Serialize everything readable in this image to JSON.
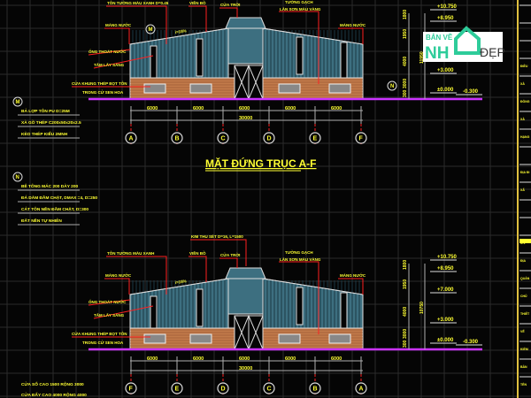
{
  "title": "MẶT ĐỨNG TRỤC A-F",
  "colors": {
    "background": "#050505",
    "grid": "#2a2a2a",
    "text": "#ffff33",
    "leader": "#ff2020",
    "ground": "#cc33ff",
    "roof": "#3d6f80",
    "brick": "#c27a4a",
    "dim": "#b0b0b0"
  },
  "elevations": [
    {
      "axes": [
        "A",
        "B",
        "C",
        "D",
        "E",
        "F"
      ],
      "spans": [
        "6000",
        "6000",
        "6000",
        "6000",
        "6000"
      ],
      "total": "30000",
      "slope": "i=15%",
      "labels": {
        "wall_sheet": "TÔN TƯỜNG MÀU XANH D=0.45",
        "trim": "VIỀN BỒ",
        "skylight": "CỬA TRỜI",
        "brick_wall_1": "TƯỜNG GẠCH",
        "brick_wall_2": "LĂN SƠN MÀU VÀNG",
        "gutter_left": "MÁNG NƯỚC",
        "gutter_right": "MÁNG NƯỚC",
        "downpipe": "ỐNG THOÁT NƯỚC",
        "light_panel": "TẤM LẤY SÁNG",
        "window_1": "CỬA KHUNG THÉP BỌT TÔN",
        "window_2": "TRONG CỬ SEN HOA",
        "lightning_rod": ""
      },
      "section_marker": "M",
      "side_marker": "N",
      "levels": [
        "+10.750",
        "+8.950",
        "+3.000",
        "±0.000",
        "-0.300"
      ],
      "vertical_dims": [
        "1800",
        "1950",
        "4000",
        "3000",
        "300"
      ],
      "total_height": "11950"
    },
    {
      "axes": [
        "F",
        "E",
        "D",
        "C",
        "B",
        "A"
      ],
      "spans": [
        "6000",
        "6000",
        "6000",
        "6000",
        "6000"
      ],
      "total": "30000",
      "slope": "i=15%",
      "labels": {
        "wall_sheet": "TÔN TƯỜNG MÀU XANH",
        "trim": "VIỀN BỒ",
        "skylight": "CỬA TRỜI",
        "brick_wall_1": "TƯỜNG GẠCH",
        "brick_wall_2": "LĂN SƠN MÀU VÀNG",
        "gutter_left": "MÁNG NƯỚC",
        "gutter_right": "MÁNG NƯỚC",
        "downpipe": "ỐNG THOÁT NƯỚC",
        "light_panel": "TẤM LẤY SÁNG",
        "window_1": "CỬA KHUNG THÉP BỌT TÔN",
        "window_2": "TRONG CỬ SEN HOA",
        "lightning_rod": "KIM THU SÉT D=16, L=1500"
      },
      "section_marker": "",
      "side_marker": "",
      "levels": [
        "+10.750",
        "+8.950",
        "+7.000",
        "+3.000",
        "±0.000",
        "-0.300"
      ],
      "vertical_dims": [
        "1800",
        "1950",
        "4000",
        "3000",
        "300"
      ],
      "total_height": "10750"
    }
  ],
  "notes": {
    "roof": {
      "marker": "M",
      "lines": [
        "BẢ LỢP TÔN PU D=25M",
        "XÀ GỒ THÉP C200x50x20x2.5",
        "KÈO THÉP KIỂU 2MNH"
      ]
    },
    "floor": {
      "marker": "N",
      "lines": [
        "BÊ TÔNG MÁC 200 DÀY 200",
        "ĐÁ DĂM ĐẦM CHẶT, DMAX =4, D=250",
        "CÁT TÔN NỀN ĐẦM CHẶT, D=300",
        "ĐẤT NỀN TỰ NHIÊN"
      ]
    },
    "openings": {
      "lines": [
        "CỬA SỔ CAO 1500 RỘNG 3000",
        "CỬA ĐẨY CAO 4000 RỘNG 4000"
      ]
    }
  },
  "logo": {
    "line1": "BẢN VẼ",
    "line2": "NH",
    "line3": "ĐẸP",
    "color": "#2ecc9a"
  },
  "side_table": {
    "rows": [
      "",
      "",
      "",
      "ĐIỀU",
      "XÂ",
      "ĐÔNG",
      "XÂ",
      "HẠNG",
      "",
      "ĐỊA ĐI",
      "XÃ",
      "",
      "",
      "S-V",
      "ĐỊA",
      "QUẢN",
      "CHỦ",
      "THIẾT",
      "VẼ",
      "KIỂM",
      "BẢN",
      "TÊN"
    ]
  }
}
